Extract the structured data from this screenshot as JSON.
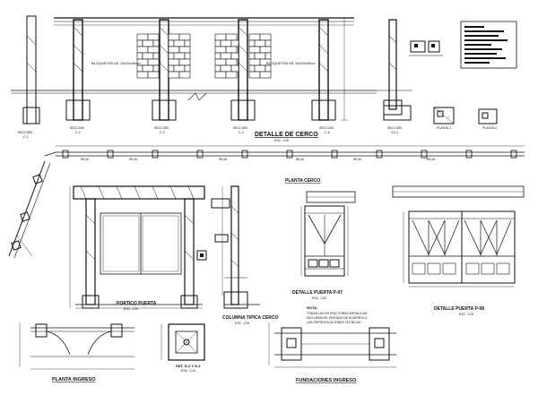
{
  "sheet": {
    "titles": {
      "detalle_cerco": "DETALLE DE CERCO",
      "planta_cerco": "PLANTA CERCO",
      "portico_puerta": "PORTICO PUERTA",
      "columna_tipica": "COLUMNA TIPICA CERCO",
      "detalle_p07": "DETALLE PUERTA  P-07",
      "detalle_p08": "DETALLE PUERTA  P-08",
      "planta_ingreso": "PLANTA INGRESO",
      "fundaciones": "FUNDACIONES INGRESO",
      "det_d2": "DET. D-2 Y D-3"
    },
    "scales": {
      "detalle_cerco": "ESC. 1:25",
      "portico_puerta": "ESC. 1:25",
      "columna_tipica": "ESC. 1:25",
      "detalle_p07": "ESC. 1:25",
      "detalle_p08": "ESC. 1:25",
      "det_d2": "ESC. 1:10"
    },
    "notes": {
      "bloquetas_left": "BLOQUETAS DE 15x20x40cm",
      "bloquetas_right": "BLOQUETAS DE 15x20x40cm",
      "nota_title": "NOTA:",
      "nota_lines": [
        "TODAS LAS ESTRUCTURAS METALICAS",
        "INCLUIRAN EL PINTADO DE ACUERDO A",
        "LAS ESPECIFICACIONES TECNICAS"
      ],
      "reja": "REJA"
    },
    "sections": {
      "s1": "SECCION",
      "s1_id": "C-1",
      "s2": "SECCION",
      "s2_id": "C-2",
      "s3": "SECCION",
      "s3_id": "C-3",
      "s4": "SECCION",
      "s4_id": "C-4",
      "s5": "SECCION",
      "s5_id": "C-5",
      "cc1": "SECCION",
      "cc1_id": "CC-1",
      "planta1": "PLANTA 1",
      "planta2": "PLANTA 2"
    }
  }
}
